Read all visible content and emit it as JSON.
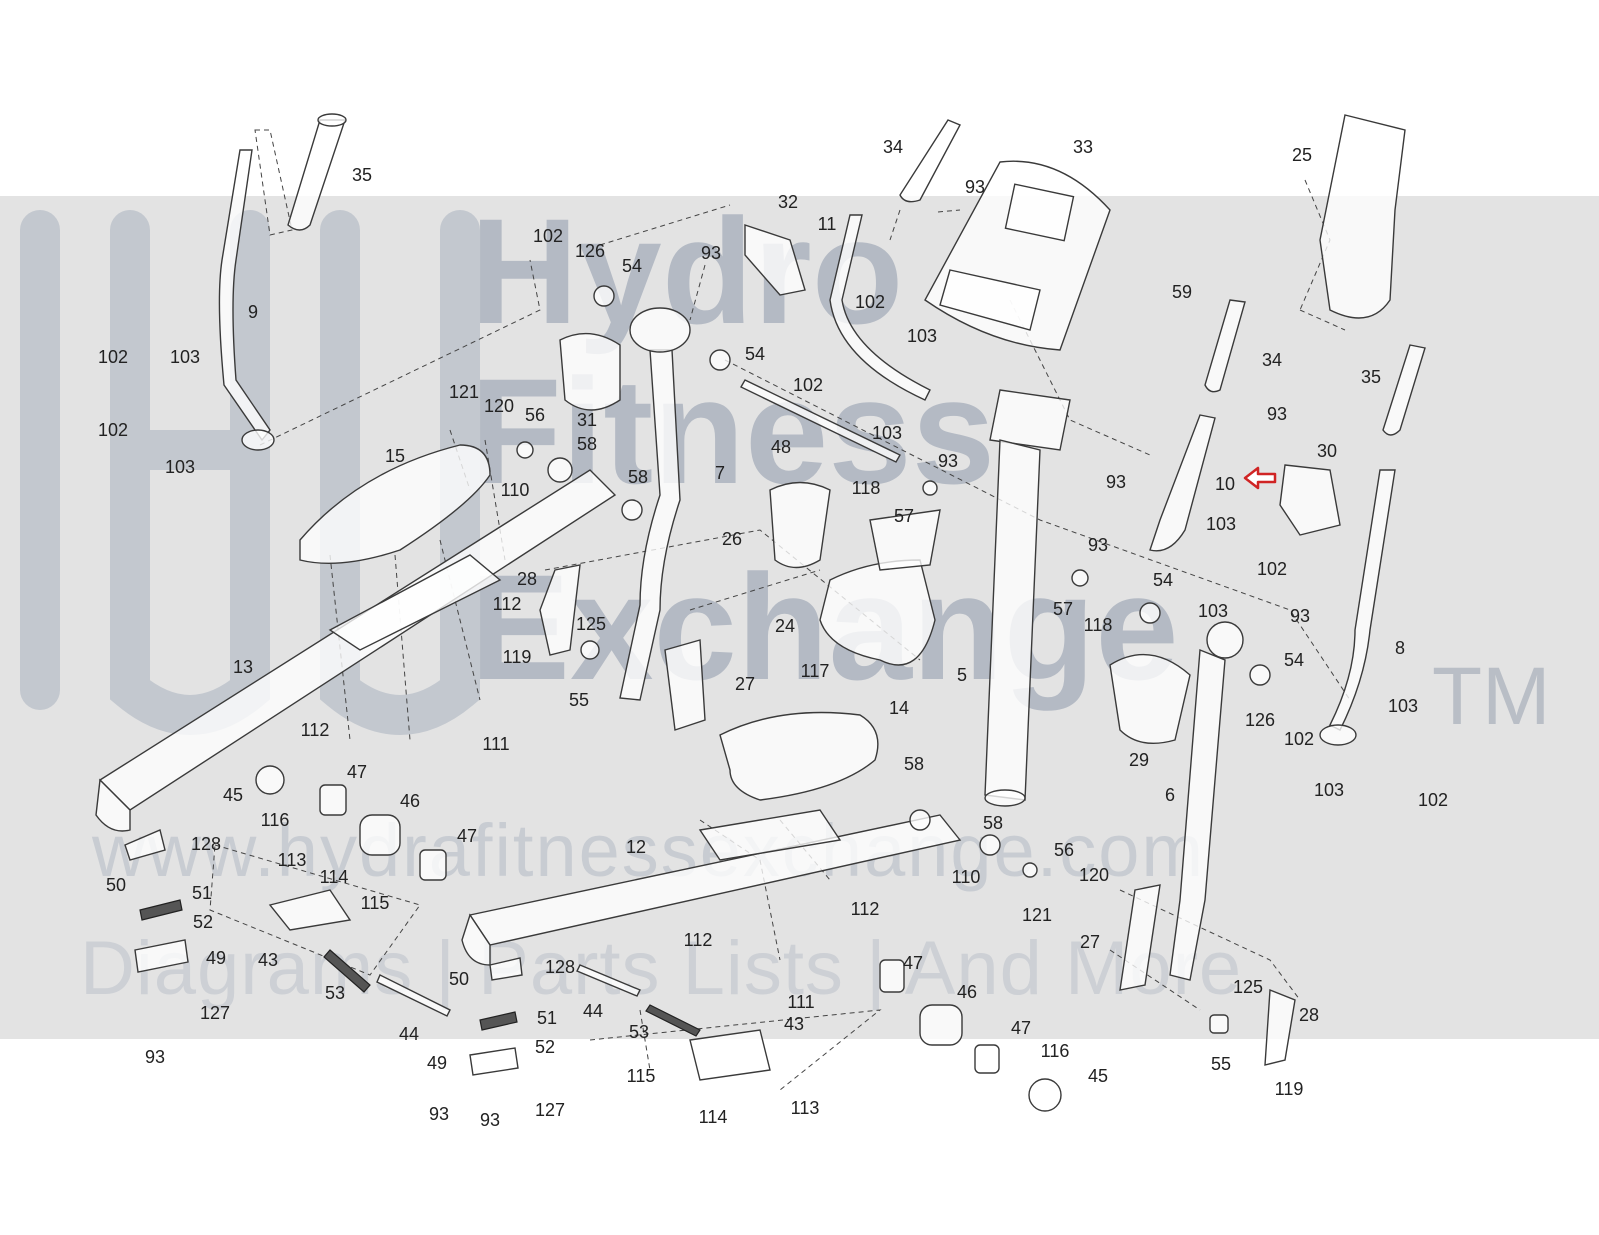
{
  "watermark": {
    "brand_line1": "Hydro",
    "brand_line2": "Fitness",
    "brand_line3": "Exchange",
    "trademark": "TM",
    "url": "www.hydrafitnessexchange.com",
    "tagline": "Diagrams | Parts Lists | And More"
  },
  "highlight": {
    "part": "10",
    "indicator": "red-arrow",
    "color": "#d02424"
  },
  "colors": {
    "line": "#3a3a3a",
    "watermark_band": "#e3e3e3",
    "watermark_text": "#b4bac4"
  },
  "labels": [
    {
      "id": "35",
      "text": "35"
    },
    {
      "id": "9",
      "text": "9"
    },
    {
      "id": "102a",
      "text": "102"
    },
    {
      "id": "103a",
      "text": "103"
    },
    {
      "id": "102b",
      "text": "102"
    },
    {
      "id": "103b",
      "text": "103"
    },
    {
      "id": "102c",
      "text": "102"
    },
    {
      "id": "126a",
      "text": "126"
    },
    {
      "id": "54a",
      "text": "54"
    },
    {
      "id": "93a",
      "text": "93"
    },
    {
      "id": "32",
      "text": "32"
    },
    {
      "id": "54b",
      "text": "54"
    },
    {
      "id": "31",
      "text": "31"
    },
    {
      "id": "121a",
      "text": "121"
    },
    {
      "id": "120a",
      "text": "120"
    },
    {
      "id": "56a",
      "text": "56"
    },
    {
      "id": "58a",
      "text": "58"
    },
    {
      "id": "110a",
      "text": "110"
    },
    {
      "id": "58b",
      "text": "58"
    },
    {
      "id": "7",
      "text": "7"
    },
    {
      "id": "15",
      "text": "15"
    },
    {
      "id": "34a",
      "text": "34"
    },
    {
      "id": "33",
      "text": "33"
    },
    {
      "id": "93b",
      "text": "93"
    },
    {
      "id": "11",
      "text": "11"
    },
    {
      "id": "102d",
      "text": "102"
    },
    {
      "id": "103c",
      "text": "103"
    },
    {
      "id": "59",
      "text": "59"
    },
    {
      "id": "102e",
      "text": "102"
    },
    {
      "id": "103d",
      "text": "103"
    },
    {
      "id": "48",
      "text": "48"
    },
    {
      "id": "93c",
      "text": "93"
    },
    {
      "id": "118a",
      "text": "118"
    },
    {
      "id": "57a",
      "text": "57"
    },
    {
      "id": "93d",
      "text": "93"
    },
    {
      "id": "93e",
      "text": "93"
    },
    {
      "id": "26",
      "text": "26"
    },
    {
      "id": "25",
      "text": "25"
    },
    {
      "id": "34b",
      "text": "34"
    },
    {
      "id": "93f",
      "text": "93"
    },
    {
      "id": "35b",
      "text": "35"
    },
    {
      "id": "30",
      "text": "30"
    },
    {
      "id": "10",
      "text": "10"
    },
    {
      "id": "103e",
      "text": "103"
    },
    {
      "id": "102f",
      "text": "102"
    },
    {
      "id": "28a",
      "text": "28"
    },
    {
      "id": "112a",
      "text": "112"
    },
    {
      "id": "125a",
      "text": "125"
    },
    {
      "id": "119a",
      "text": "119"
    },
    {
      "id": "24",
      "text": "24"
    },
    {
      "id": "57b",
      "text": "57"
    },
    {
      "id": "118b",
      "text": "118"
    },
    {
      "id": "54c",
      "text": "54"
    },
    {
      "id": "103f",
      "text": "103"
    },
    {
      "id": "93g",
      "text": "93"
    },
    {
      "id": "13",
      "text": "13"
    },
    {
      "id": "55a",
      "text": "55"
    },
    {
      "id": "27a",
      "text": "27"
    },
    {
      "id": "117",
      "text": "117"
    },
    {
      "id": "5",
      "text": "5"
    },
    {
      "id": "54d",
      "text": "54"
    },
    {
      "id": "8",
      "text": "8"
    },
    {
      "id": "112b",
      "text": "112"
    },
    {
      "id": "111a",
      "text": "111"
    },
    {
      "id": "14",
      "text": "14"
    },
    {
      "id": "126b",
      "text": "126"
    },
    {
      "id": "102g",
      "text": "102"
    },
    {
      "id": "103g",
      "text": "103"
    },
    {
      "id": "29",
      "text": "29"
    },
    {
      "id": "45a",
      "text": "45"
    },
    {
      "id": "47a",
      "text": "47"
    },
    {
      "id": "46a",
      "text": "46"
    },
    {
      "id": "116a",
      "text": "116"
    },
    {
      "id": "58c",
      "text": "58"
    },
    {
      "id": "6",
      "text": "6"
    },
    {
      "id": "103h",
      "text": "103"
    },
    {
      "id": "102h",
      "text": "102"
    },
    {
      "id": "128a",
      "text": "128"
    },
    {
      "id": "47b",
      "text": "47"
    },
    {
      "id": "58d",
      "text": "58"
    },
    {
      "id": "56b",
      "text": "56"
    },
    {
      "id": "50a",
      "text": "50"
    },
    {
      "id": "113a",
      "text": "113"
    },
    {
      "id": "114a",
      "text": "114"
    },
    {
      "id": "12",
      "text": "12"
    },
    {
      "id": "110b",
      "text": "110"
    },
    {
      "id": "120b",
      "text": "120"
    },
    {
      "id": "51a",
      "text": "51"
    },
    {
      "id": "115a",
      "text": "115"
    },
    {
      "id": "121b",
      "text": "121"
    },
    {
      "id": "52a",
      "text": "52"
    },
    {
      "id": "112c",
      "text": "112"
    },
    {
      "id": "112d",
      "text": "112"
    },
    {
      "id": "43a",
      "text": "43"
    },
    {
      "id": "49a",
      "text": "49"
    },
    {
      "id": "27b",
      "text": "27"
    },
    {
      "id": "53a",
      "text": "53"
    },
    {
      "id": "128b",
      "text": "128"
    },
    {
      "id": "47c",
      "text": "47"
    },
    {
      "id": "46b",
      "text": "46"
    },
    {
      "id": "125b",
      "text": "125"
    },
    {
      "id": "50b",
      "text": "50"
    },
    {
      "id": "127a",
      "text": "127"
    },
    {
      "id": "44a",
      "text": "44"
    },
    {
      "id": "111b",
      "text": "111"
    },
    {
      "id": "28b",
      "text": "28"
    },
    {
      "id": "93h",
      "text": "93"
    },
    {
      "id": "51b",
      "text": "51"
    },
    {
      "id": "44b",
      "text": "44"
    },
    {
      "id": "43b",
      "text": "43"
    },
    {
      "id": "47d",
      "text": "47"
    },
    {
      "id": "116b",
      "text": "116"
    },
    {
      "id": "53b",
      "text": "53"
    },
    {
      "id": "52b",
      "text": "52"
    },
    {
      "id": "45b",
      "text": "45"
    },
    {
      "id": "55b",
      "text": "55"
    },
    {
      "id": "49b",
      "text": "49"
    },
    {
      "id": "115b",
      "text": "115"
    },
    {
      "id": "93i",
      "text": "93"
    },
    {
      "id": "93j",
      "text": "93"
    },
    {
      "id": "127b",
      "text": "127"
    },
    {
      "id": "114b",
      "text": "114"
    },
    {
      "id": "113b",
      "text": "113"
    },
    {
      "id": "119b",
      "text": "119"
    }
  ]
}
